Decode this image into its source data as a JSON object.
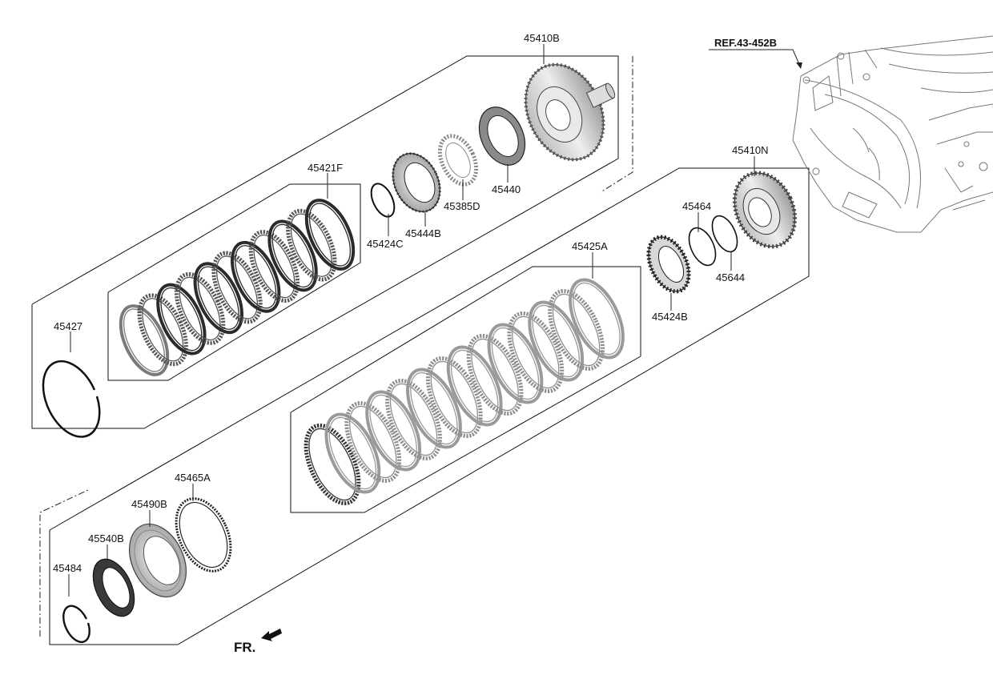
{
  "reference": {
    "label": "REF.43-452B"
  },
  "front_indicator": {
    "label": "FR."
  },
  "parts": [
    {
      "id": "p-45410B",
      "number": "45410B"
    },
    {
      "id": "p-45421F",
      "number": "45421F"
    },
    {
      "id": "p-45424C",
      "number": "45424C"
    },
    {
      "id": "p-45444B",
      "number": "45444B"
    },
    {
      "id": "p-45385D",
      "number": "45385D"
    },
    {
      "id": "p-45440",
      "number": "45440"
    },
    {
      "id": "p-45427",
      "number": "45427"
    },
    {
      "id": "p-45410N",
      "number": "45410N"
    },
    {
      "id": "p-45464",
      "number": "45464"
    },
    {
      "id": "p-45644",
      "number": "45644"
    },
    {
      "id": "p-45424B",
      "number": "45424B"
    },
    {
      "id": "p-45425A",
      "number": "45425A"
    },
    {
      "id": "p-45465A",
      "number": "45465A"
    },
    {
      "id": "p-45490B",
      "number": "45490B"
    },
    {
      "id": "p-45540B",
      "number": "45540B"
    },
    {
      "id": "p-45484",
      "number": "45484"
    }
  ],
  "colors": {
    "line": "#111111",
    "dark_plate": "#2b2b2b",
    "light_plate": "#9a9a9a",
    "housing": "#777777"
  }
}
